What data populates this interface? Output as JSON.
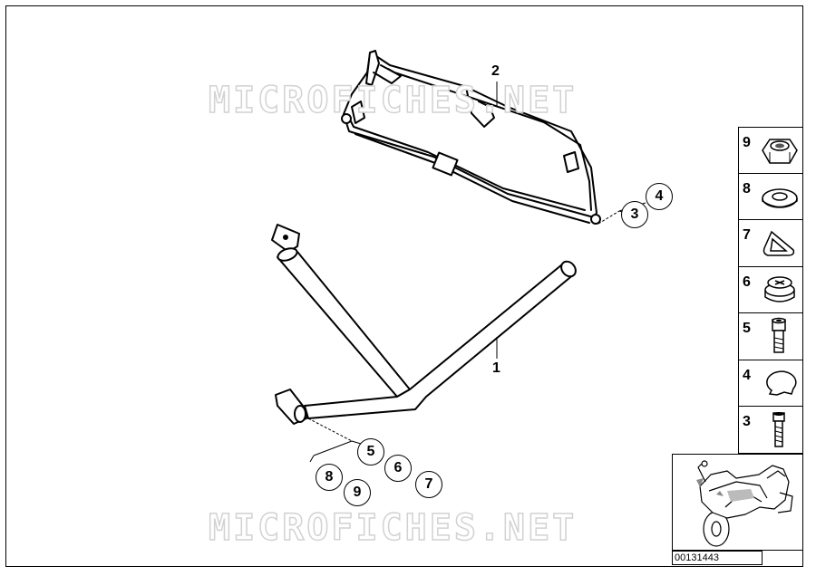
{
  "watermark": {
    "text": "MICROFICHES.NET"
  },
  "callouts": {
    "part_1": "1",
    "part_2": "2"
  },
  "bubbles": {
    "b3": "3",
    "b4": "4",
    "b5": "5",
    "b6": "6",
    "b7": "7",
    "b8": "8",
    "b9": "9"
  },
  "legend": {
    "items": [
      {
        "number": "9",
        "icon": "hex-nut-icon"
      },
      {
        "number": "8",
        "icon": "washer-icon"
      },
      {
        "number": "7",
        "icon": "triangular-grommet-icon"
      },
      {
        "number": "6",
        "icon": "cap-plug-icon"
      },
      {
        "number": "5",
        "icon": "hex-socket-screw-icon"
      },
      {
        "number": "4",
        "icon": "spring-clip-icon"
      },
      {
        "number": "3",
        "icon": "long-screw-icon"
      }
    ]
  },
  "thumbnail": {
    "icon": "motorcycle-icon"
  },
  "ref_code": "00131443"
}
